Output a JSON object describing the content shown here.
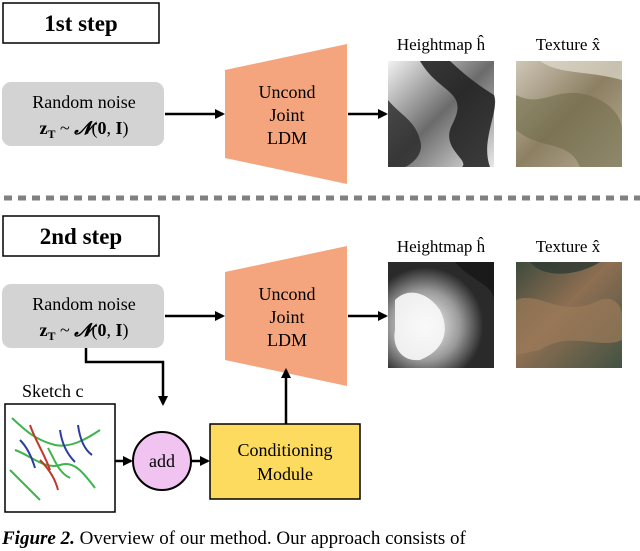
{
  "step1": {
    "label": "1st step",
    "noise_label": "Random noise",
    "noise_formula": "z_T ~ N(0, I)",
    "ldm_lines": [
      "Uncond",
      "Joint",
      "LDM"
    ],
    "heightmap_label": "Heightmap ĥ",
    "texture_label": "Texture x̂"
  },
  "step2": {
    "label": "2nd step",
    "noise_label": "Random noise",
    "noise_formula": "z_T ~ N(0, I)",
    "ldm_lines": [
      "Uncond",
      "Joint",
      "LDM"
    ],
    "heightmap_label": "Heightmap ĥ",
    "texture_label": "Texture x̂",
    "sketch_label": "Sketch c",
    "add_label": "add",
    "conditioning_lines": [
      "Conditioning",
      "Module"
    ]
  },
  "caption": {
    "prefix": "Figure 2.",
    "text": " Overview of our method. Our approach consists of"
  },
  "colors": {
    "ldm": "#f4a57e",
    "noise_box": "#d3d3d3",
    "add_circle": "#f0c3f0",
    "conditioning": "#fcdb5f"
  }
}
